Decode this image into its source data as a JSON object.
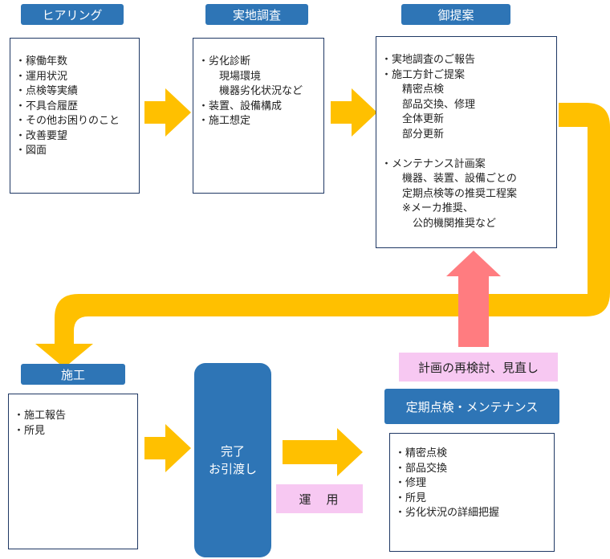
{
  "colors": {
    "label_bg": "#2e75b6",
    "arrow": "#ffc000",
    "up_arrow": "#ff7c80",
    "pink_label_bg": "#f7c8f2",
    "box_border": "#1f3864"
  },
  "stages": {
    "hearing": {
      "title": "ヒアリング",
      "items": [
        "・稼働年数",
        "・運用状況",
        "・点検等実績",
        "・不具合履歴",
        "・その他お困りのこと",
        "・改善要望",
        "・図面"
      ]
    },
    "survey": {
      "title": "実地調査",
      "items": [
        "・劣化診断",
        "　　現場環境",
        "　　機器劣化状況など",
        "・装置、設備構成",
        "・施工想定"
      ]
    },
    "proposal": {
      "title": "御提案",
      "items": [
        "・実地調査のご報告",
        "・施工方針ご提案",
        "　　精密点検",
        "　　部品交換、修理",
        "　　全体更新",
        "　　部分更新",
        "",
        "・メンテナンス計画案",
        "　　機器、装置、設備ごとの",
        "　　定期点検等の推奨工程案",
        "　　※メーカ推奨、",
        "　　　公的機関推奨など"
      ]
    },
    "construction": {
      "title": "施工",
      "items": [
        "・施工報告",
        "・所見"
      ]
    },
    "handover": {
      "line1": "完了",
      "line2": "お引渡し"
    },
    "operation": {
      "label": "運　用"
    },
    "review": {
      "label": "計画の再検討、見直し"
    },
    "maintenance": {
      "title": "定期点検・メンテナンス",
      "items": [
        "・精密点検",
        "・部品交換",
        "・修理",
        "・所見",
        "・劣化状況の詳細把握"
      ]
    }
  }
}
